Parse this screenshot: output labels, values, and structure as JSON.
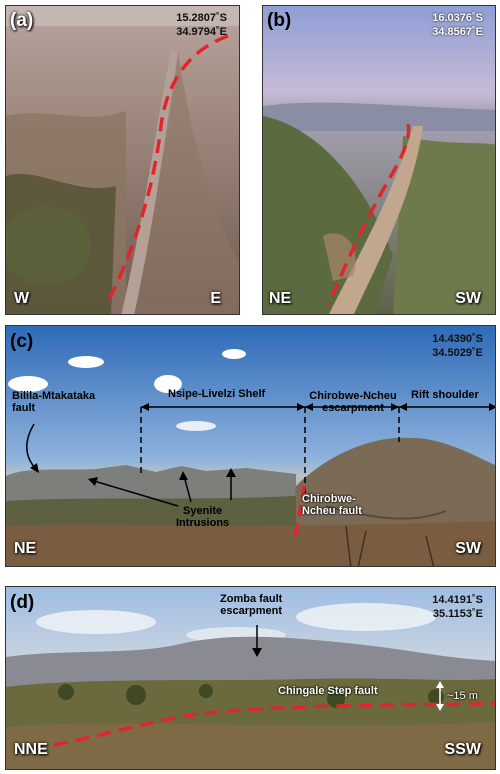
{
  "panels": {
    "a": {
      "label": "(a)",
      "lat": "15.2807˚S",
      "lon": "34.9794˚E",
      "dir_left": "W",
      "dir_right": "E"
    },
    "b": {
      "label": "(b)",
      "lat": "16.0376˚S",
      "lon": "34.8567˚E",
      "dir_left": "NE",
      "dir_right": "SW"
    },
    "c": {
      "label": "(c)",
      "lat": "14.4390˚S",
      "lon": "34.5029˚E",
      "dir_left": "NE",
      "dir_right": "SW",
      "fault_left_1": "Bilila-Mtakataka",
      "fault_left_2": "fault",
      "shelf": "Nsipe-Livelzi Shelf",
      "escarpment": "Chirobwe-Ncheu escarpment",
      "shoulder": "Rift shoulder",
      "syenite_1": "Syenite",
      "syenite_2": "Intrusions",
      "fault_chirobwe_1": "Chirobwe-",
      "fault_chirobwe_2": "Ncheu fault"
    },
    "d": {
      "label": "(d)",
      "lat": "14.4191˚S",
      "lon": "35.1153˚E",
      "dir_left": "NNE",
      "dir_right": "SSW",
      "zomba_1": "Zomba fault",
      "zomba_2": "escarpment",
      "chingale": "Chingale Step fault",
      "height": "~15 m"
    }
  },
  "colors": {
    "fault_trace": "#e0262b",
    "sky_c": "#4f86c9",
    "sky_d": "#8db4df",
    "ground_a": "#8f7160",
    "ground_b": "#7c7e5c",
    "ground_c": "#806a52",
    "ground_d": "#7d6f4a"
  }
}
